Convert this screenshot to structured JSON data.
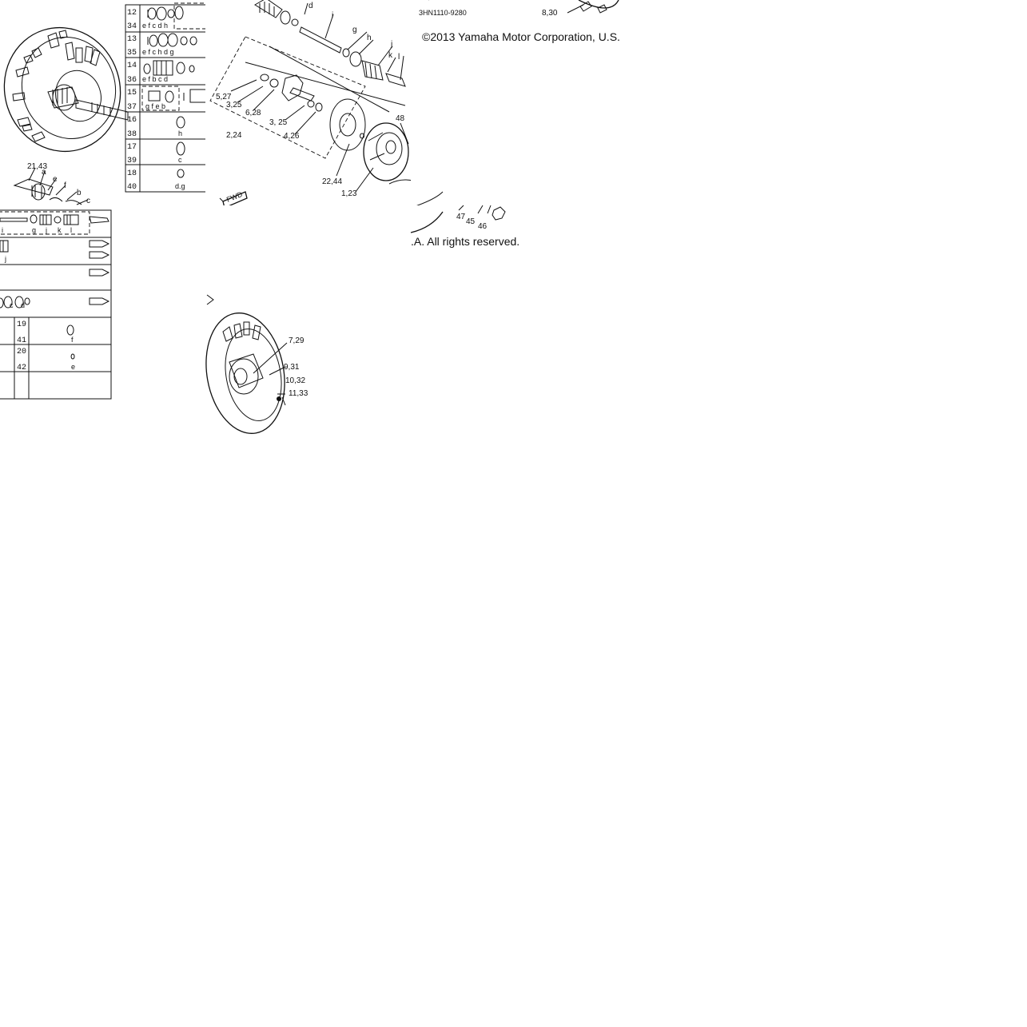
{
  "diagram": {
    "part_code": "3HN1110-9280",
    "copyright_head": "©2013 Yamaha Motor Corporation, U.S.",
    "copyright_tail": ".A. All rights reserved.",
    "fwd_mark": "FWD",
    "table_rows_right": [
      {
        "num": "12",
        "alt": "34",
        "letters": "e f  c  d  h"
      },
      {
        "num": "13",
        "alt": "35",
        "letters": "e f c   h d g"
      },
      {
        "num": "14",
        "alt": "36",
        "letters": "e f   b    c d"
      },
      {
        "num": "15",
        "alt": "37",
        "letters": "g    f   e   b"
      },
      {
        "num": "16",
        "alt": "38",
        "letters": "h"
      },
      {
        "num": "17",
        "alt": "39",
        "letters": "c"
      },
      {
        "num": "18",
        "alt": "40",
        "letters": "d.g"
      }
    ],
    "table_rows_left": [
      {
        "num": "19",
        "alt": "41",
        "letters": "f"
      },
      {
        "num": "20",
        "alt": "42",
        "letters": "e"
      }
    ],
    "shaft_letters": [
      "i",
      "g",
      "j",
      "k",
      "l"
    ],
    "shaft_letter_j2": "j",
    "shaft_letters_cd": [
      "c",
      "d"
    ],
    "callouts_mid": [
      "5,27",
      "3,25",
      "6,28",
      "3, 25",
      "4,26",
      "2,24",
      "22,44",
      "1,23",
      "48"
    ],
    "callouts_top": [
      "d",
      "i",
      "g",
      "h",
      "j",
      "k",
      "l"
    ],
    "callouts_left": [
      "21,43",
      "a",
      "e",
      "f",
      "b",
      "c"
    ],
    "callouts_br": [
      "47",
      "45",
      "46"
    ],
    "callout_tr": "8,30",
    "callouts_bottom": [
      "7,29",
      "9,31",
      "10,32",
      "11,33"
    ]
  }
}
